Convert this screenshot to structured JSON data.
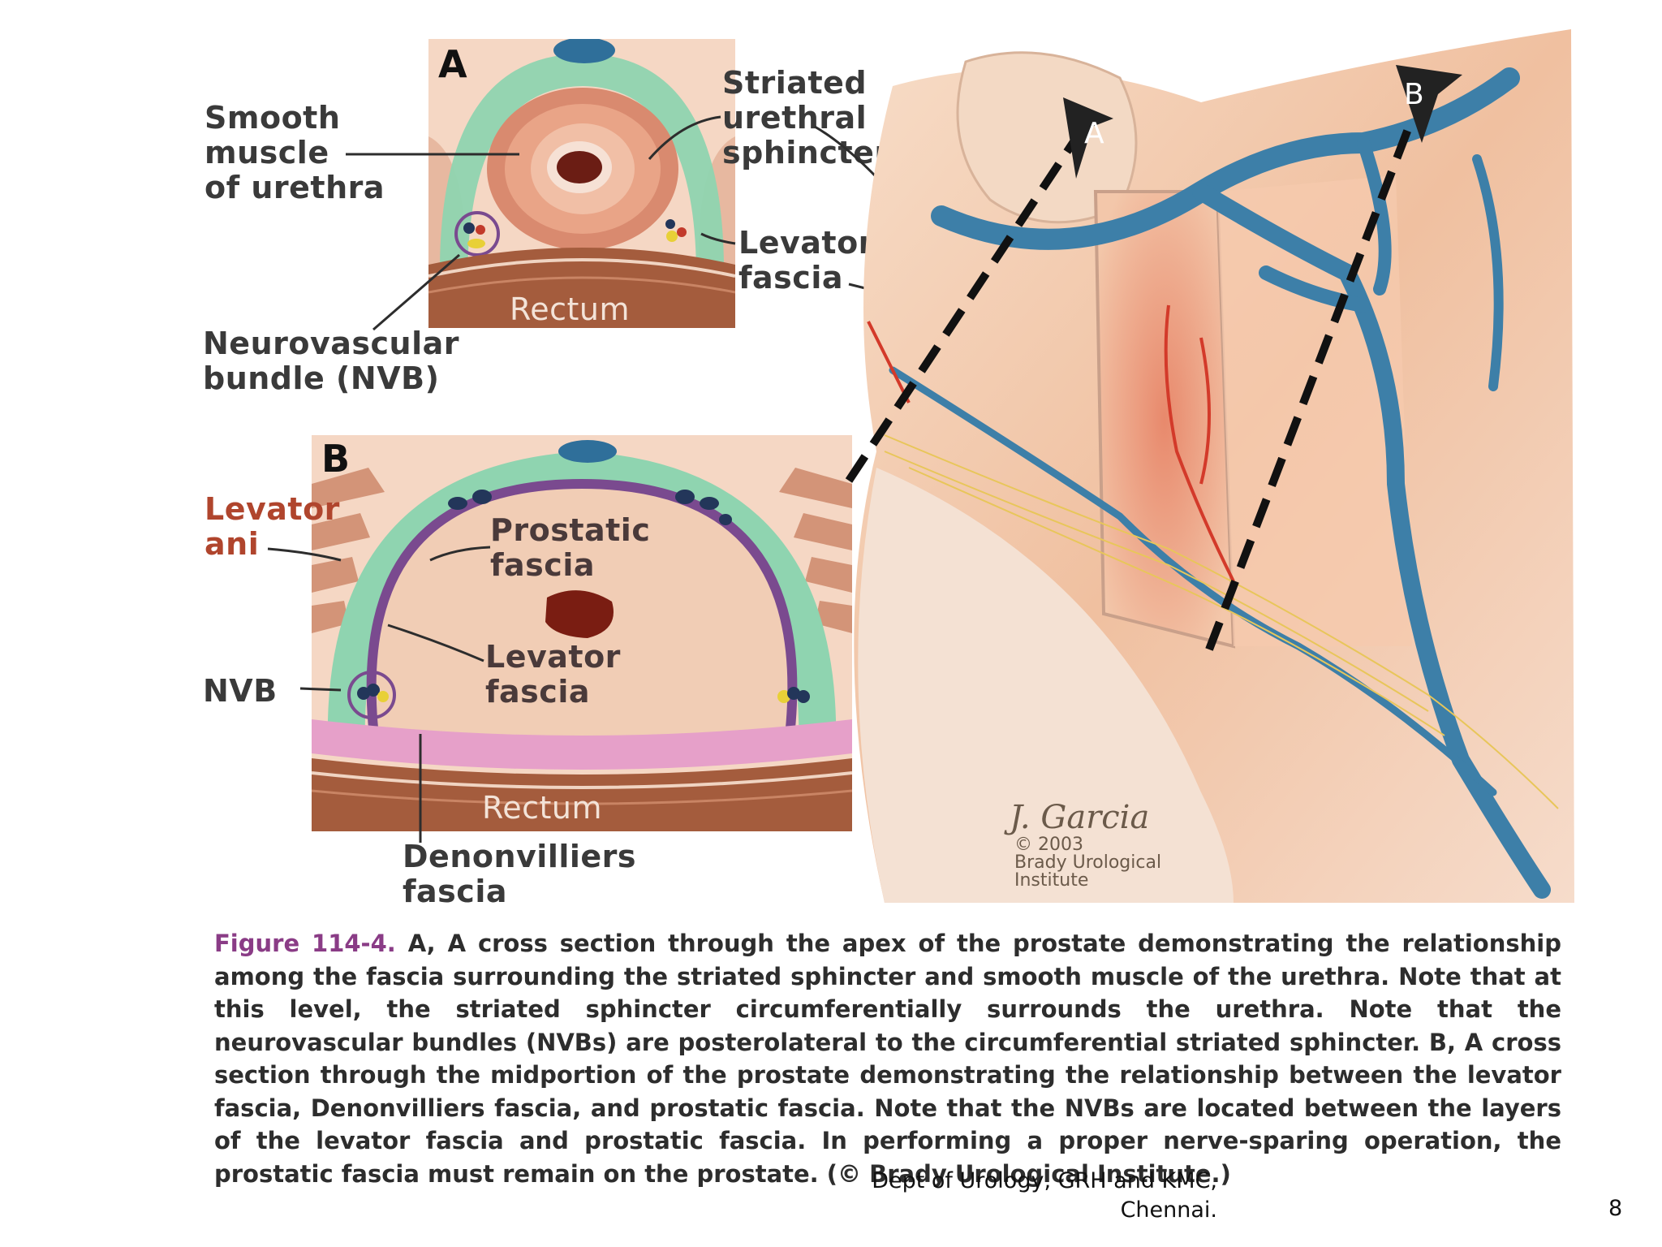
{
  "panel_a": {
    "letter": "A",
    "rectum": "Rectum",
    "labels": {
      "smooth_muscle": [
        "Smooth",
        "muscle",
        "of urethra"
      ],
      "striated_sphincter": [
        "Striated",
        "urethral",
        "sphincter"
      ],
      "levator_fascia": [
        "Levator",
        "fascia"
      ],
      "nvb": [
        "Neurovascular",
        "bundle (NVB)"
      ]
    }
  },
  "panel_b": {
    "letter": "B",
    "rectum": "Rectum",
    "labels": {
      "levator_ani": [
        "Levator",
        "ani"
      ],
      "prostatic_fascia": [
        "Prostatic",
        "fascia"
      ],
      "levator_fascia": [
        "Levator",
        "fascia"
      ],
      "nvb": "NVB",
      "denonvilliers": [
        "Denonvilliers",
        "fascia"
      ]
    }
  },
  "illustration": {
    "marker_a": "A",
    "marker_b": "B",
    "signature": "J. Garcia",
    "copyright": [
      "© 2003",
      "Brady Urological",
      "Institute"
    ]
  },
  "caption": {
    "figure_label": "Figure 114-4.",
    "text": "A, A cross section through the apex of the prostate demonstrating the relationship among the fascia surrounding the striated sphincter and smooth muscle of the urethra. Note that at this level, the striated sphincter circumferentially surrounds the urethra. Note that the neurovascular bundles (NVBs) are posterolateral to the circumferential striated sphincter. B, A cross section through the midportion of the prostate demonstrating the relationship between the levator fascia, Denonvilliers fascia, and prostatic fascia. Note that the NVBs are located between the layers of the levator fascia and prostatic fascia. In performing a proper nerve-sparing operation, the prostatic fascia must remain on the prostate. (© Brady Urological Institute.)"
  },
  "footer": {
    "dept": "Dept of Urology, GRH and KMC,",
    "city": "Chennai.",
    "page_number": "8"
  },
  "colors": {
    "fascia_green": "#7fcfa8",
    "sphincter": "#d9826c",
    "prostatic_fascia": "#7a4a8f",
    "vein": "#3d7fa8",
    "rectum": "#a45c3d",
    "figure_label": "#8a3c86"
  }
}
